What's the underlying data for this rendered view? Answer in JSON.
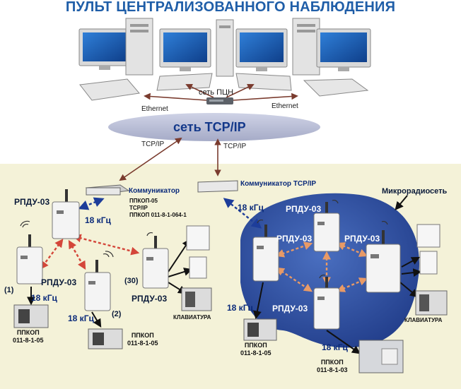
{
  "title": "ПУЛЬТ ЦЕНТРАЛИЗОВАННОГО НАБЛЮДЕНИЯ",
  "network": {
    "pcn_label": "сеть ПЦН",
    "ethernet_left": "Ethernet",
    "ethernet_right": "Ethernet",
    "tcpip_cloud": "сеть TCP/IP",
    "tcpip_link_left": "TCP/IP",
    "tcpip_link_right": "TCP/IP"
  },
  "communicator_left": {
    "title": "Коммуникатор",
    "lines": [
      "ППКОП-05",
      "TCP/IP",
      "ППКОП 011-8-1-064-1"
    ]
  },
  "communicator_right": {
    "title": "Коммуникатор TCP/IP"
  },
  "freq": "18 кГц",
  "rpdu": "РПДУ-03",
  "micronet": "Микрорадиосеть",
  "markers": {
    "one": "(1)",
    "two": "(2)",
    "thirty": "(30)"
  },
  "ppkop": {
    "name": "ППКОП",
    "num1": "011-8-1-05",
    "num2": "011-8-1-05",
    "num3": "011-8-1-05",
    "num4": "011-8-1-03"
  },
  "keyboard": "КЛАВИАТУРА",
  "colors": {
    "title": "#1f5ea8",
    "cloud": "#b9bfd6",
    "zone": "#f4f2d8",
    "micronet": "#2b4fa0",
    "link": "#8a4a3a"
  }
}
